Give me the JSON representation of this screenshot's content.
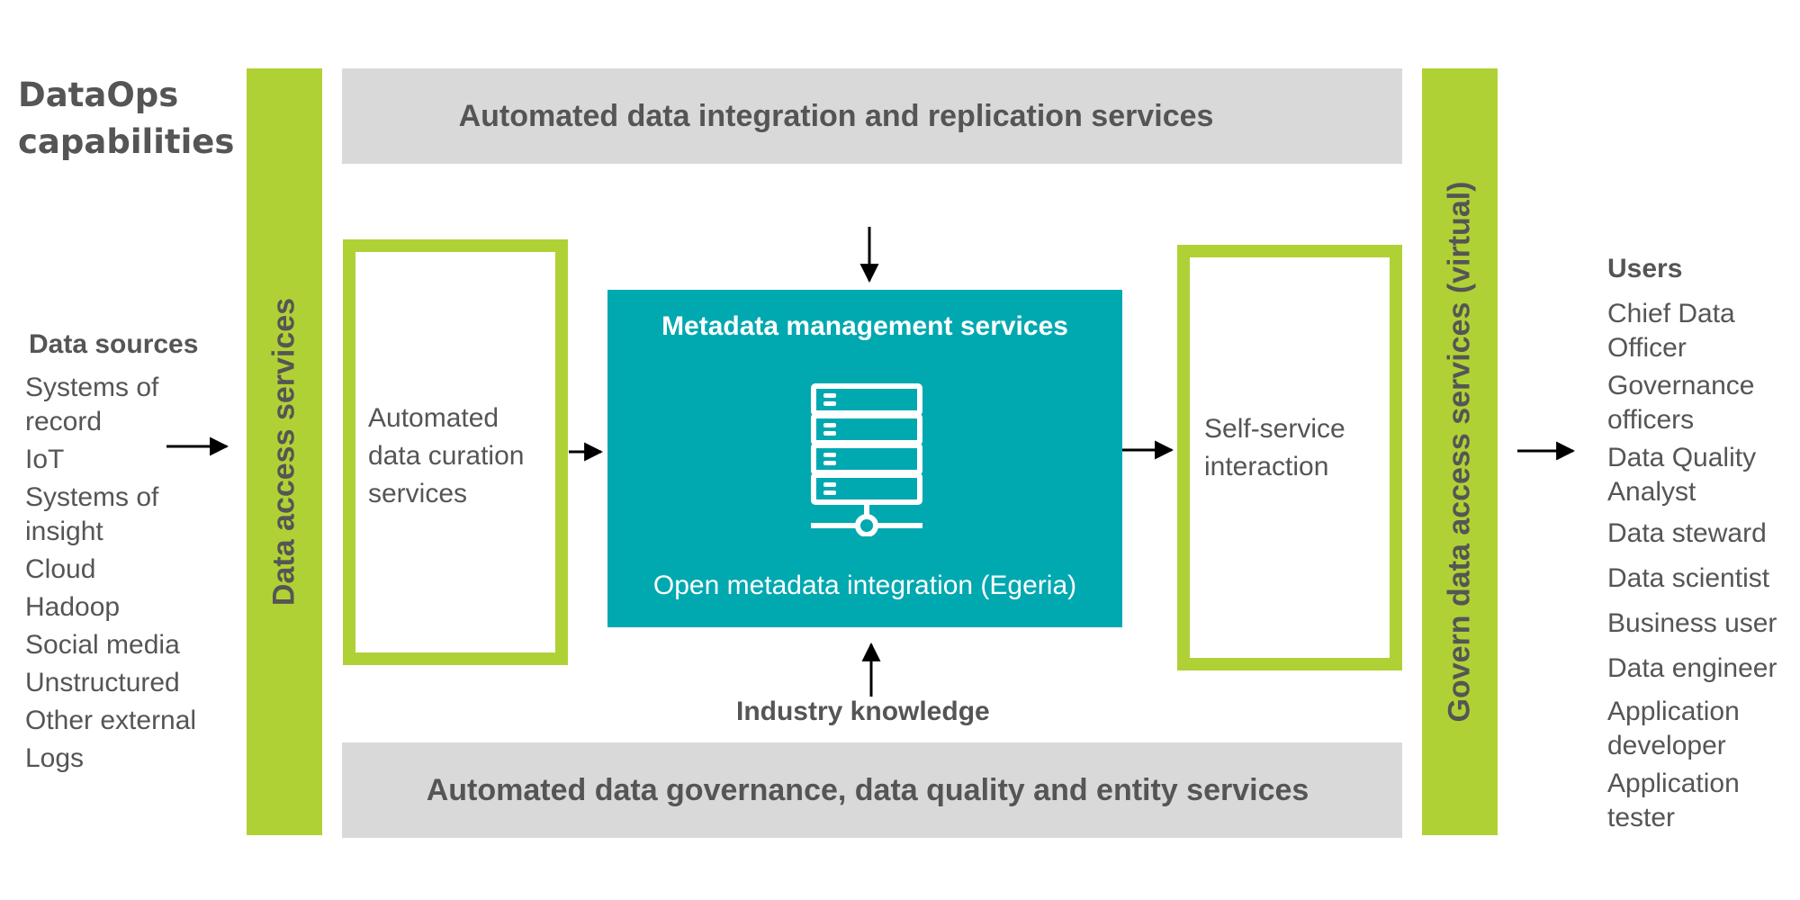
{
  "title": "DataOps capabilities",
  "data_access": {
    "label": "Data access services"
  },
  "govern_access": {
    "label": "Govern data access services (virtual)"
  },
  "top_band": {
    "label": "Automated data integration and replication services"
  },
  "bottom_band": {
    "label": "Automated data governance, data quality and entity services"
  },
  "curation": {
    "label": "Automated data curation services"
  },
  "metadata": {
    "title": "Metadata management services",
    "subtitle": "Open metadata integration (Egeria)",
    "icon": "server-icon"
  },
  "self_service": {
    "label": "Self-service interaction"
  },
  "industry": {
    "label": "Industry knowledge"
  },
  "data_sources": {
    "heading": "Data sources",
    "items": [
      "Systems of\nrecord",
      "IoT",
      "Systems of\ninsight",
      "Cloud",
      "Hadoop",
      "Social media",
      "Unstructured",
      "Other external",
      "Logs"
    ]
  },
  "users": {
    "heading": "Users",
    "items": [
      "Chief Data\nOfficer",
      "Governance\nofficers",
      "Data Quality\nAnalyst",
      "Data steward",
      "Data scientist",
      "Business user",
      "Data engineer",
      "Application\ndeveloper",
      "Application\ntester"
    ]
  },
  "colors": {
    "green": "#b0d135",
    "teal": "#00a8b0",
    "grey": "#d9d9d9",
    "text": "#555555"
  }
}
